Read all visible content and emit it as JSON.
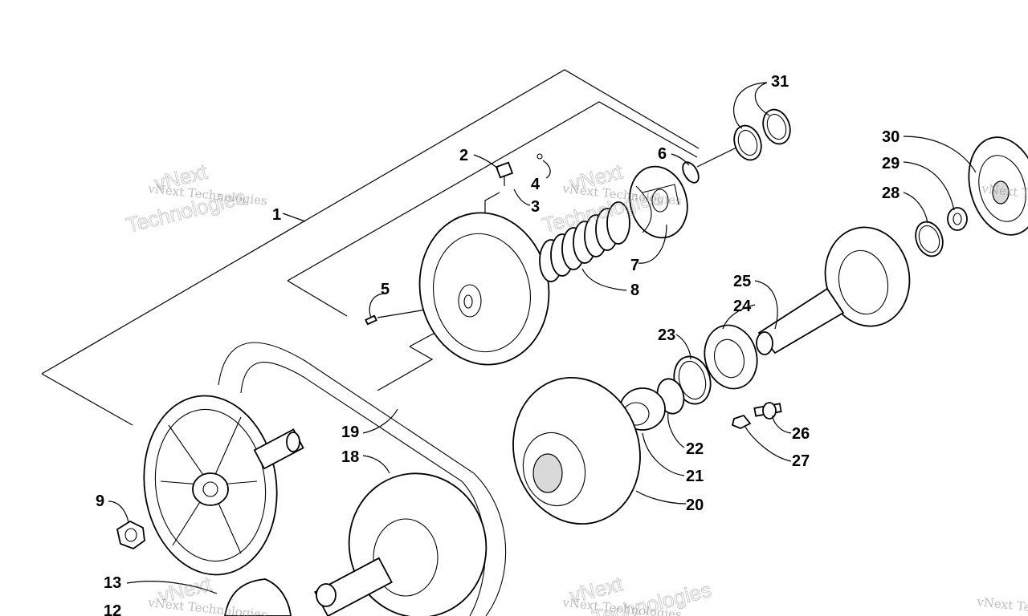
{
  "diagram": {
    "callouts": [
      {
        "id": "c1",
        "text": "1"
      },
      {
        "id": "c2",
        "text": "2"
      },
      {
        "id": "c3",
        "text": "3"
      },
      {
        "id": "c4",
        "text": "4"
      },
      {
        "id": "c5",
        "text": "5"
      },
      {
        "id": "c6",
        "text": "6"
      },
      {
        "id": "c7",
        "text": "7"
      },
      {
        "id": "c8",
        "text": "8"
      },
      {
        "id": "c9",
        "text": "9"
      },
      {
        "id": "c12",
        "text": "12"
      },
      {
        "id": "c13",
        "text": "13"
      },
      {
        "id": "c18",
        "text": "18"
      },
      {
        "id": "c19",
        "text": "19"
      },
      {
        "id": "c20",
        "text": "20"
      },
      {
        "id": "c21",
        "text": "21"
      },
      {
        "id": "c22",
        "text": "22"
      },
      {
        "id": "c23",
        "text": "23"
      },
      {
        "id": "c24",
        "text": "24"
      },
      {
        "id": "c25",
        "text": "25"
      },
      {
        "id": "c26",
        "text": "26"
      },
      {
        "id": "c27",
        "text": "27"
      },
      {
        "id": "c28",
        "text": "28"
      },
      {
        "id": "c29",
        "text": "29"
      },
      {
        "id": "c30",
        "text": "30"
      },
      {
        "id": "c31",
        "text": "31"
      }
    ]
  },
  "watermark": {
    "small": "vNext Technologies",
    "outline_top": "vNext",
    "outline_bottom": "Technologies"
  }
}
